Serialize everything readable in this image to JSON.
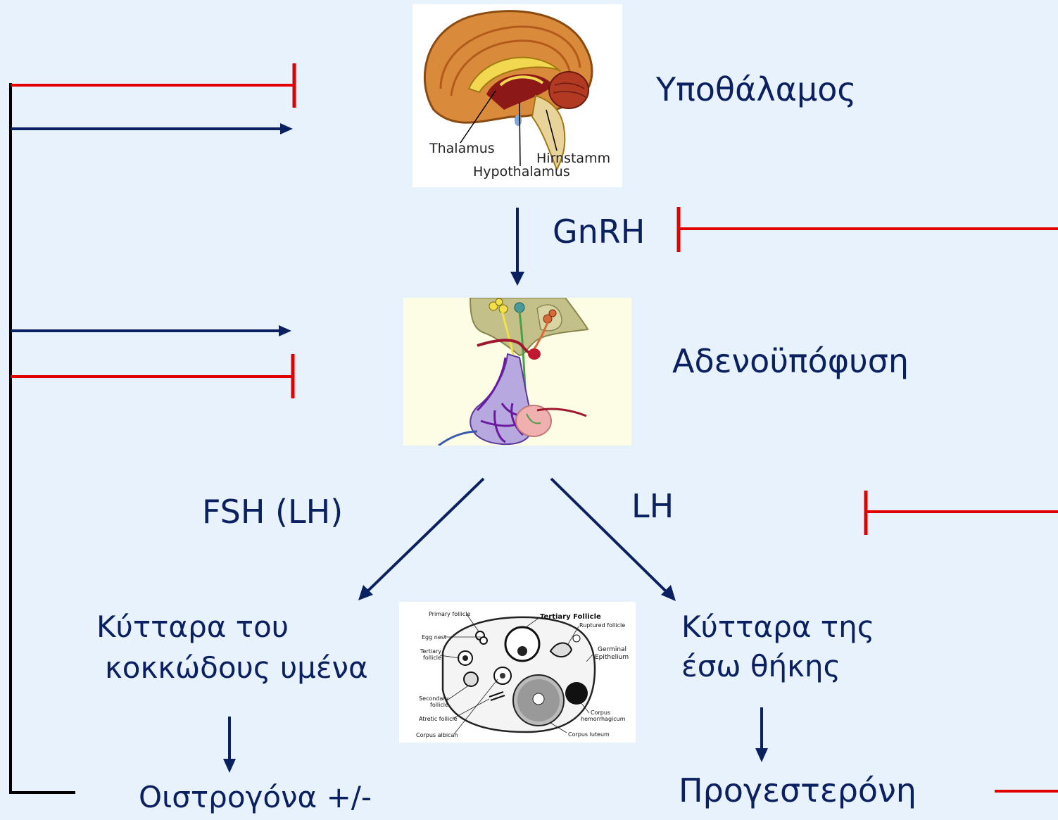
{
  "labels": {
    "hypothalamus": "Υποθάλαμος",
    "gnrh": "GnRH",
    "adenohypophysis": "Αδενοϋπόφυση",
    "fsh_lh": "FSH (LH)",
    "lh": "LH",
    "granulosa_line1": "Κύτταρα του",
    "granulosa_line2": "κοκκώδους υμένα",
    "theca_line1": "Κύτταρα της",
    "theca_line2": "έσω θήκης",
    "estrogen": "Οιστρογόνα  +/-",
    "progesterone": "Προγεστερόνη"
  },
  "brain_image": {
    "thalamus": "Thalamus",
    "hirnstamm": "Hirnstamm",
    "hypothalamus": "Hypothalamus"
  },
  "ovary_image": {
    "primary_follicle": "Primary follicle",
    "tertiary_follicle_title": "Tertiary Follicle",
    "ruptured_follicle": "Ruptured follicle",
    "egg_nest": "Egg nest",
    "tertiary_follicle_1": "Tertiary",
    "tertiary_follicle_2": "follicle",
    "germinal_1": "Germinal",
    "germinal_2": "Epithelium",
    "secondary_1": "Secondary",
    "secondary_2": "follicle",
    "atretic": "Atretic follicle",
    "corpus_albican": "Corpus albican",
    "corpus_luteum": "Corpus luteum",
    "corpus_hem_1": "Corpus",
    "corpus_hem_2": "hemorrhagicum"
  },
  "colors": {
    "background": "#e8f2fc",
    "stimulation": "#0a2060",
    "inhibition": "#e00000",
    "feedback_line": "#000000"
  }
}
